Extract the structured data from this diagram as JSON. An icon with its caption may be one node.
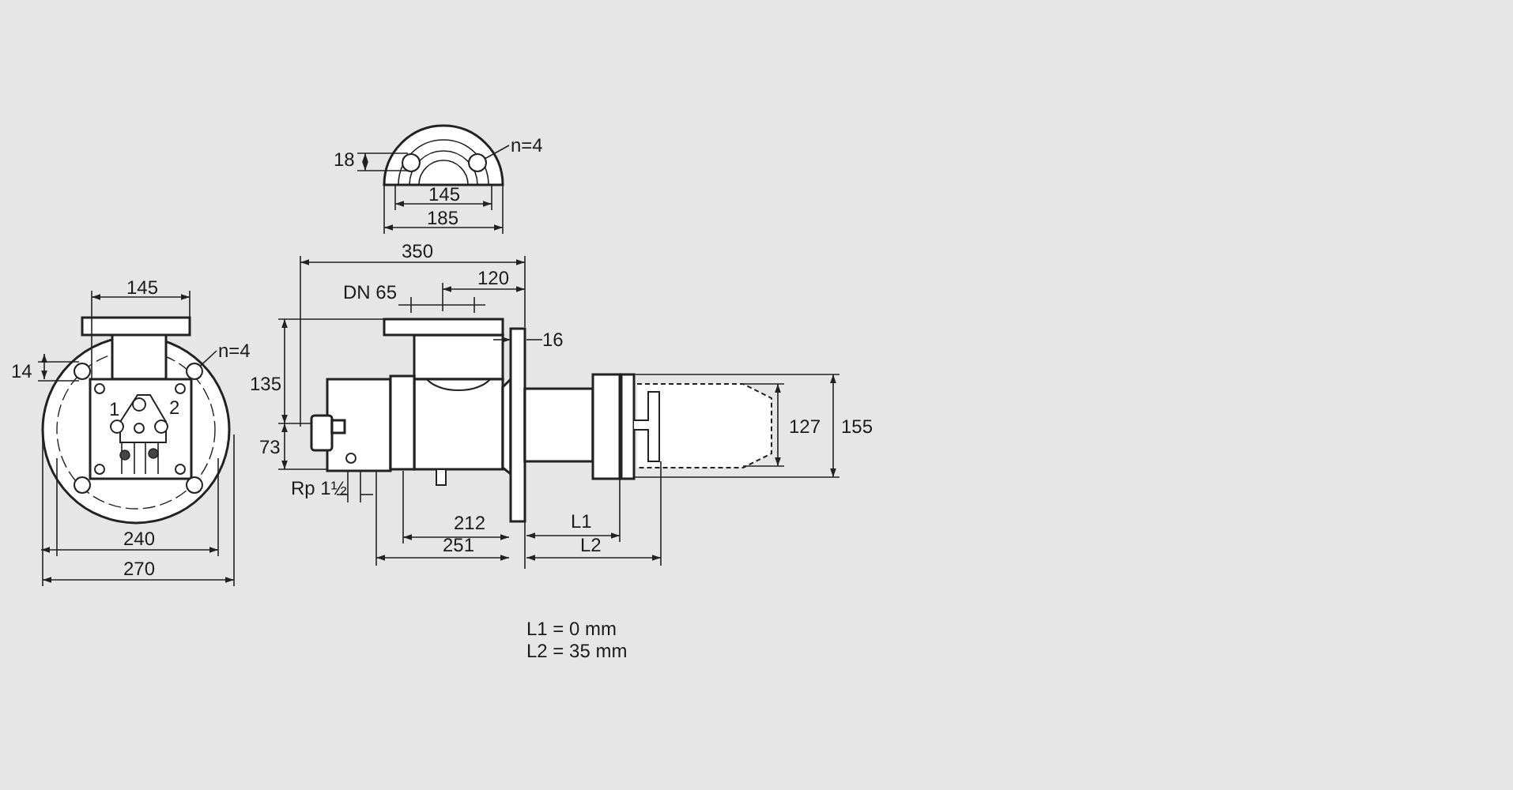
{
  "diagram": {
    "nodes": [
      {
        "text": [
          "n=4"
        ]
      },
      {
        "text": [],
        "shape": "circle"
      },
      {
        "text": [
          "n=4"
        ]
      },
      {
        "text": [],
        "shape": "circle"
      }
    ],
    "edges": [
      {
        "from": 0,
        "to": 1,
        "arrow": "none"
      },
      {
        "from": 2,
        "to": 3,
        "arrow": "none"
      }
    ],
    "labels": [
      "18",
      "145",
      "185",
      "350",
      "120",
      "145",
      "DN 65",
      "16",
      "14",
      "135",
      "1",
      "2",
      "127",
      "155",
      "73",
      "Rp 1½",
      "212",
      "L1",
      "240",
      "251",
      "L2",
      "270",
      "L1 = 0 mm",
      "L2 = 35 mm"
    ]
  }
}
